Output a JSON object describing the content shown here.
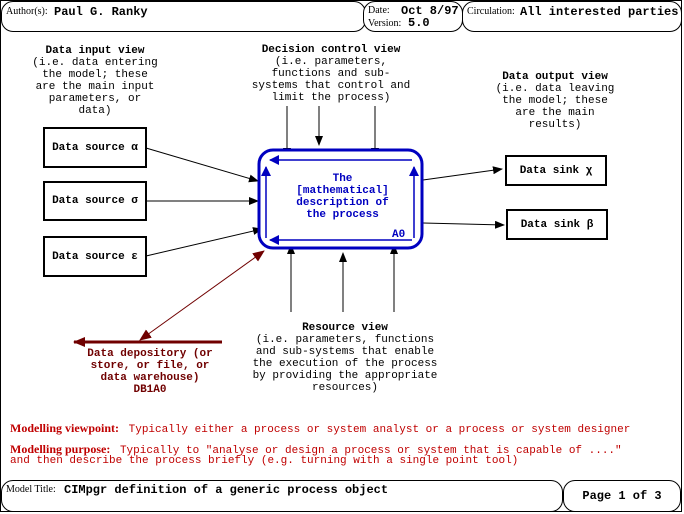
{
  "header": {
    "author_label": "Author(s):",
    "author": "Paul G. Ranky",
    "date_label": "Date:",
    "date": "Oct 8/97",
    "version_label": "Version:",
    "version": "5.0",
    "circulation_label": "Circulation:",
    "circulation": "All interested parties"
  },
  "views": {
    "input": {
      "title": "Data input view",
      "lines": [
        "(i.e. data entering",
        "the model; these",
        "are the main input",
        "parameters, or",
        "data)"
      ]
    },
    "control": {
      "title": "Decision control view",
      "lines": [
        "(i.e. parameters,",
        "functions and sub-",
        "systems that control and",
        "limit the process)"
      ]
    },
    "output": {
      "title": "Data output view",
      "lines": [
        "(i.e. data leaving",
        "the model; these",
        "are the main",
        "results)"
      ]
    },
    "resource": {
      "title": "Resource view",
      "lines": [
        "(i.e. parameters, functions",
        "and sub-systems that enable",
        "the execution of the process",
        "by providing the appropriate",
        "resources)"
      ]
    }
  },
  "sources": [
    "Data source α",
    "Data source σ",
    "Data source ε"
  ],
  "sinks": [
    "Data sink χ",
    "Data sink β"
  ],
  "process": {
    "lines": [
      "The",
      "[mathematical]",
      "description of",
      "the process"
    ],
    "id": "A0"
  },
  "depository": {
    "lines": [
      "Data depository (or",
      "store, or file, or",
      "data warehouse)",
      "DB1A0"
    ]
  },
  "modelling": {
    "viewpoint_label": "Modelling viewpoint:",
    "viewpoint_text": "Typically either a process or system analyst or a process or system designer",
    "purpose_label": "Modelling purpose:",
    "purpose_line1": "Typically to \"analyse or design a process or system that is capable of ....\"",
    "purpose_line2": "and then describe the process briefly (e.g. turning with a single point tool)"
  },
  "footer": {
    "model_title_label": "Model Title:",
    "model_title": "CIMpgr definition of a generic process object",
    "page": "Page 1 of 3"
  },
  "colors": {
    "process": "#0000c0",
    "depository": "#700000",
    "modelling": "#c00000"
  }
}
